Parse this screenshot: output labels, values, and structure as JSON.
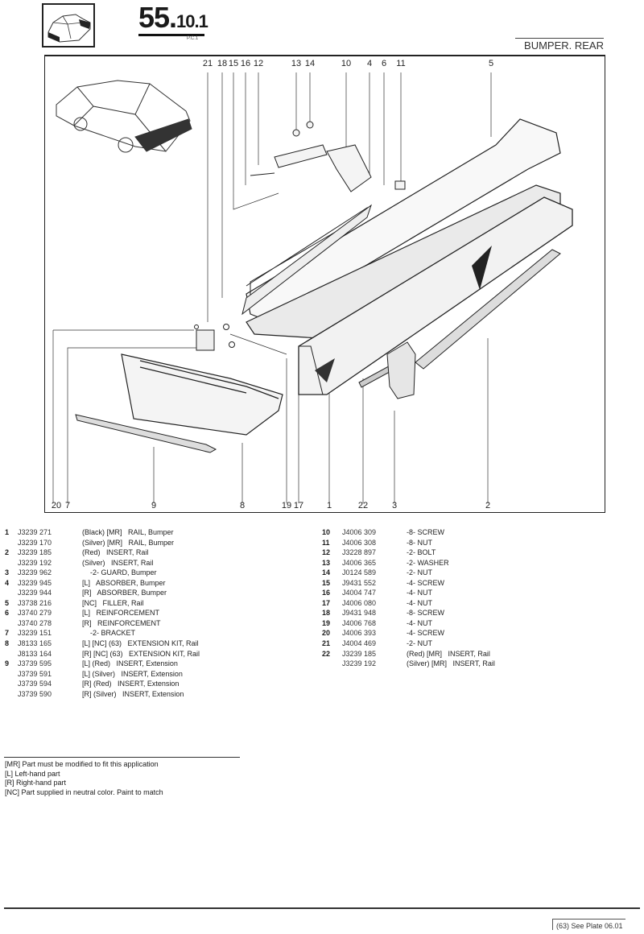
{
  "header": {
    "plate_main": "55.",
    "plate_sub": "10.1",
    "plate_code": "P.C.1",
    "section_title": "BUMPER. REAR"
  },
  "diagram": {
    "top_callouts": [
      "21",
      "18",
      "15",
      "16",
      "12",
      "13",
      "14",
      "10",
      "4",
      "6",
      "11",
      "5"
    ],
    "bottom_callouts": [
      "20",
      "7",
      "9",
      "8",
      "19",
      "17",
      "1",
      "22",
      "3",
      "2"
    ]
  },
  "parts_left": [
    {
      "num": "1",
      "part": "J3239 271",
      "desc": "(Black) [MR]   RAIL, Bumper"
    },
    {
      "num": "",
      "part": "J3239 170",
      "desc": "(Silver) [MR]   RAIL, Bumper"
    },
    {
      "num": "2",
      "part": "J3239 185",
      "desc": "(Red)   INSERT, Rail"
    },
    {
      "num": "",
      "part": "J3239 192",
      "desc": "(Silver)   INSERT, Rail"
    },
    {
      "num": "3",
      "part": "J3239 962",
      "desc": "    -2- GUARD, Bumper"
    },
    {
      "num": "4",
      "part": "J3239 945",
      "desc": "[L]   ABSORBER, Bumper"
    },
    {
      "num": "",
      "part": "J3239 944",
      "desc": "[R]   ABSORBER, Bumper"
    },
    {
      "num": "5",
      "part": "J3738 216",
      "desc": "[NC]   FILLER, Rail"
    },
    {
      "num": "6",
      "part": "J3740 279",
      "desc": "[L]   REINFORCEMENT"
    },
    {
      "num": "",
      "part": "J3740 278",
      "desc": "[R]   REINFORCEMENT"
    },
    {
      "num": "7",
      "part": "J3239 151",
      "desc": "    -2- BRACKET"
    },
    {
      "num": "8",
      "part": "J8133 165",
      "desc": "[L] [NC] (63)   EXTENSION KIT, Rail"
    },
    {
      "num": "",
      "part": "J8133 164",
      "desc": "[R] [NC] (63)   EXTENSION KIT, Rail"
    },
    {
      "num": "9",
      "part": "J3739 595",
      "desc": "[L] (Red)   INSERT, Extension"
    },
    {
      "num": "",
      "part": "J3739 591",
      "desc": "[L] (Silver)   INSERT, Extension"
    },
    {
      "num": "",
      "part": "J3739 594",
      "desc": "[R] (Red)   INSERT, Extension"
    },
    {
      "num": "",
      "part": "J3739 590",
      "desc": "[R] (Silver)   INSERT, Extension"
    }
  ],
  "parts_right": [
    {
      "num": "10",
      "part": "J4006 309",
      "desc": "-8- SCREW"
    },
    {
      "num": "11",
      "part": "J4006 308",
      "desc": "-8- NUT"
    },
    {
      "num": "12",
      "part": "J3228 897",
      "desc": "-2- BOLT"
    },
    {
      "num": "13",
      "part": "J4006 365",
      "desc": "-2- WASHER"
    },
    {
      "num": "14",
      "part": "J0124 589",
      "desc": "-2- NUT"
    },
    {
      "num": "15",
      "part": "J9431 552",
      "desc": "-4- SCREW"
    },
    {
      "num": "16",
      "part": "J4004 747",
      "desc": "-4- NUT"
    },
    {
      "num": "17",
      "part": "J4006 080",
      "desc": "-4- NUT"
    },
    {
      "num": "18",
      "part": "J9431 948",
      "desc": "-8- SCREW"
    },
    {
      "num": "19",
      "part": "J4006 768",
      "desc": "-4- NUT"
    },
    {
      "num": "20",
      "part": "J4006 393",
      "desc": "-4- SCREW"
    },
    {
      "num": "21",
      "part": "J4004 469",
      "desc": "-2- NUT"
    },
    {
      "num": "22",
      "part": "J3239 185",
      "desc": "(Red) [MR]   INSERT, Rail"
    },
    {
      "num": "",
      "part": "J3239 192",
      "desc": "(Silver) [MR]   INSERT, Rail"
    }
  ],
  "notes": [
    "[MR] Part must be modified to fit this application",
    "[L] Left-hand part",
    "[R] Right-hand part",
    "[NC] Part supplied in neutral color. Paint to match"
  ],
  "footer": {
    "reference": "(63) See Plate 06.01"
  }
}
